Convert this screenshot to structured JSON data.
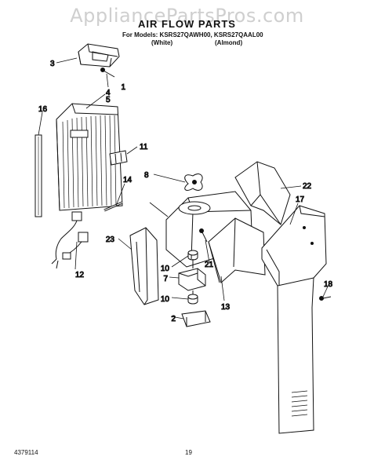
{
  "header": {
    "watermark": "AppliancePartsPros.com",
    "title": "AIR FLOW PARTS",
    "models": "For Models: KSRS27QAWH00, KSRS27QAAL00",
    "variant_white": "(White)",
    "variant_almond": "(Almond)"
  },
  "callouts": [
    "1",
    "2",
    "3",
    "4",
    "5",
    "7",
    "8",
    "10",
    "10",
    "11",
    "12",
    "13",
    "14",
    "16",
    "17",
    "18",
    "21",
    "22",
    "23"
  ],
  "footer": {
    "doc_number": "4379114",
    "page_number": "19"
  }
}
